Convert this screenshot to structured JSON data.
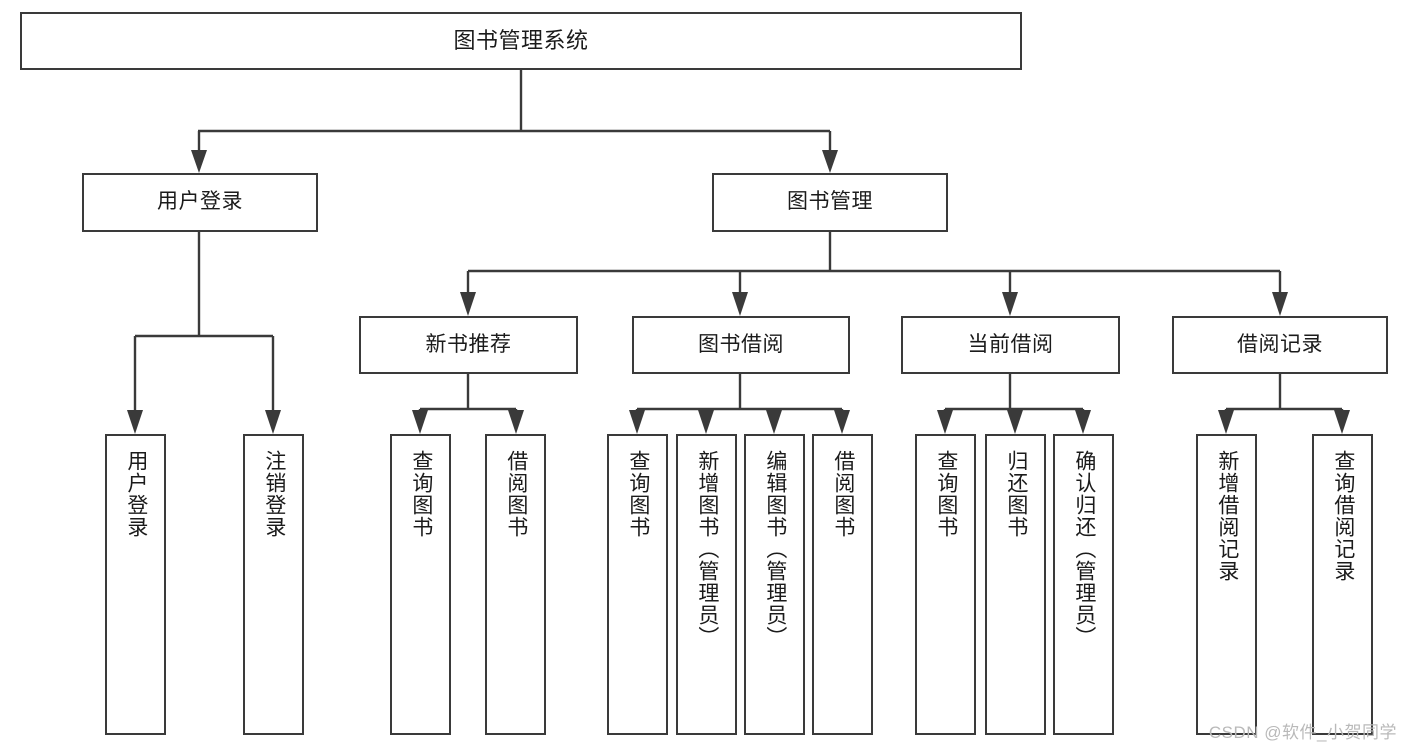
{
  "diagram": {
    "title": "图书管理系统",
    "type": "tree-hierarchy-chart",
    "root": {
      "label": "图书管理系统"
    },
    "level1": [
      {
        "label": "用户登录"
      },
      {
        "label": "图书管理"
      }
    ],
    "level2": [
      {
        "label": "新书推荐"
      },
      {
        "label": "图书借阅"
      },
      {
        "label": "当前借阅"
      },
      {
        "label": "借阅记录"
      }
    ],
    "leaves": {
      "user_login": [
        {
          "label": "用户登录"
        },
        {
          "label": "注销登录"
        }
      ],
      "new_book_recommend": [
        {
          "label": "查询图书"
        },
        {
          "label": "借阅图书"
        }
      ],
      "book_borrow": [
        {
          "label": "查询图书"
        },
        {
          "label": "新增图书（管理员）"
        },
        {
          "label": "编辑图书（管理员）"
        },
        {
          "label": "借阅图书"
        }
      ],
      "current_borrow": [
        {
          "label": "查询图书"
        },
        {
          "label": "归还图书"
        },
        {
          "label": "确认归还（管理员）"
        }
      ],
      "borrow_records": [
        {
          "label": "新增借阅记录"
        },
        {
          "label": "查询借阅记录"
        }
      ]
    }
  },
  "watermark": {
    "text": "CSDN @软件_小贺同学"
  },
  "colors": {
    "border": "#3a3a3a",
    "background": "#ffffff",
    "text": "#1b1b1b",
    "watermark": "#b9b9b9"
  }
}
